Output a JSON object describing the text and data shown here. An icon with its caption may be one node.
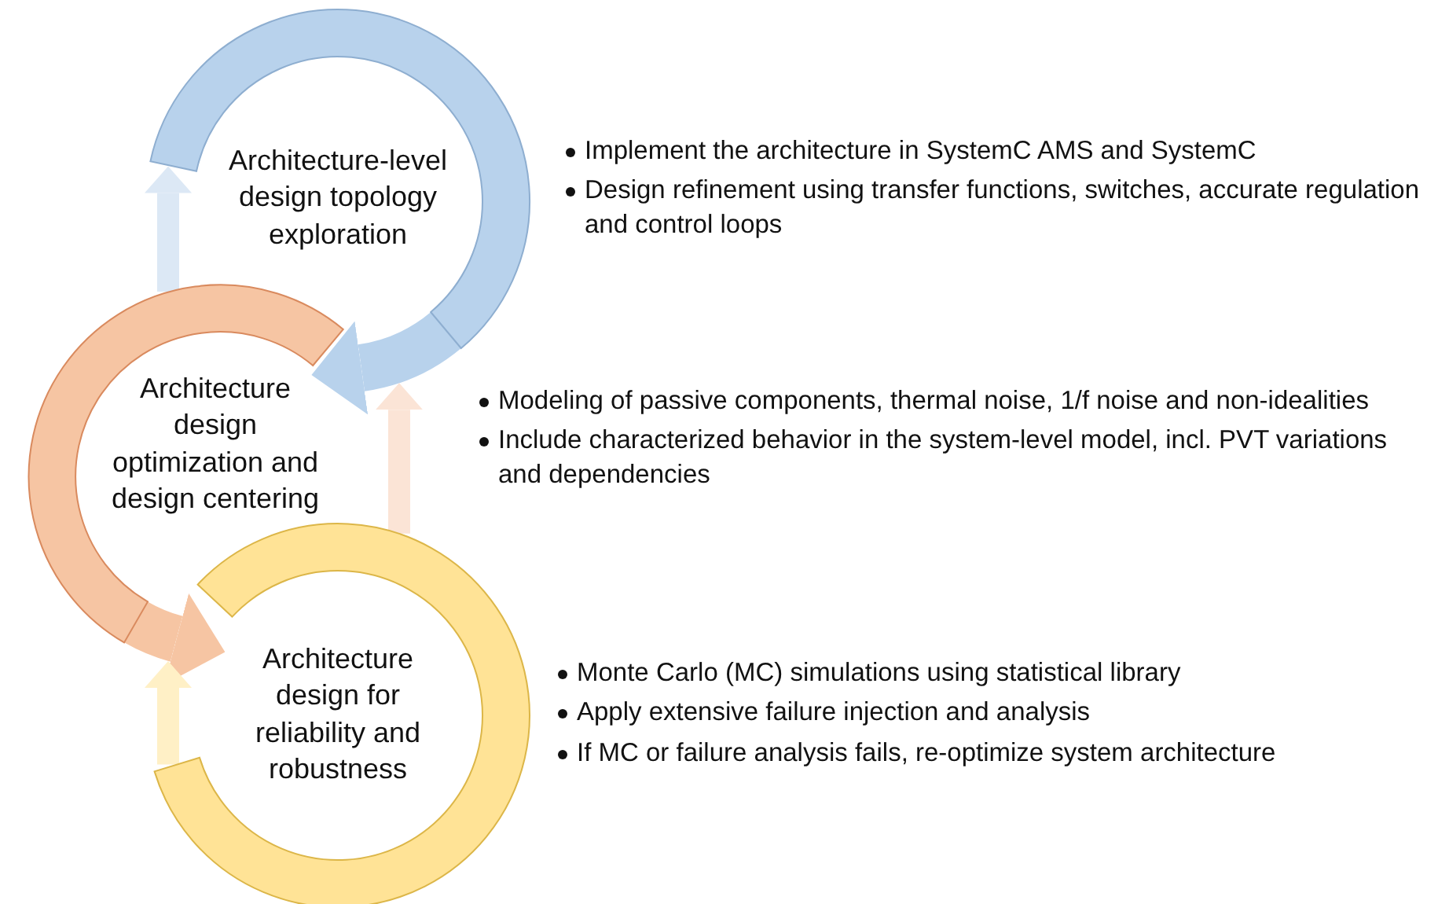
{
  "diagram": {
    "nodes": [
      {
        "text": [
          "Architecture-level design topology exploration"
        ],
        "beside": [
          "Implement the architecture in SystemC AMS and SystemC",
          "Design refinement using transfer functions, switches, accurate regulation and control loops"
        ]
      },
      {
        "text": [
          "Architecture design optimization and design centering"
        ],
        "beside": [
          "Modeling of passive components, thermal noise, 1/f noise and non-idealities",
          "Include characterized behavior in the system-level model, incl. PVT variations and dependencies"
        ]
      },
      {
        "text": [
          "Architecture design for reliability and robustness"
        ],
        "beside": [
          "Monte Carlo (MC) simulations using statistical library",
          "Apply extensive failure injection and analysis",
          "If MC or failure analysis fails, re-optimize system architecture"
        ]
      }
    ],
    "edges": [
      {
        "from": 0,
        "to": 1,
        "arrow": "to",
        "style": "thick",
        "color": "#b8d2ec"
      },
      {
        "from": 1,
        "to": 2,
        "arrow": "to",
        "style": "thick",
        "color": "#f6c5a3"
      },
      {
        "from": 1,
        "to": 0,
        "arrow": "to",
        "color": "#dce8f5"
      },
      {
        "from": 2,
        "to": 0,
        "arrow": "to",
        "color": "#fbe4d6"
      },
      {
        "from": 2,
        "to": 1,
        "arrow": "to",
        "color": "#fff0c6"
      }
    ]
  }
}
